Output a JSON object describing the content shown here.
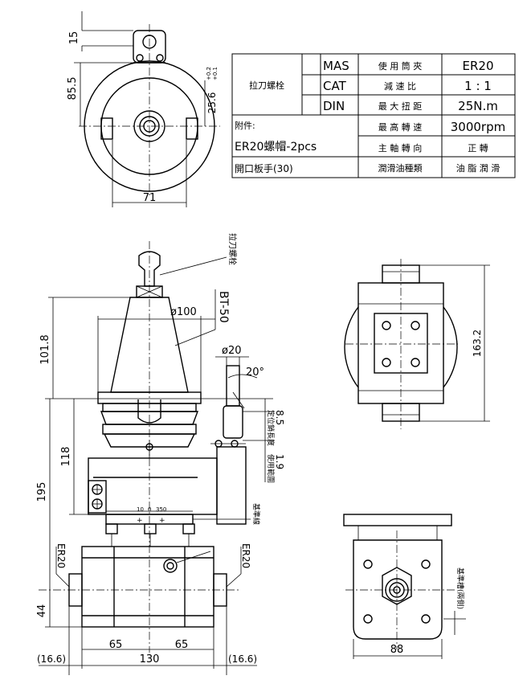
{
  "spec_table": {
    "group_label": "拉刀螺栓",
    "standards": [
      "MAS",
      "CAT",
      "DIN"
    ],
    "specs": [
      {
        "label": "使 用 筒 夾",
        "value": "ER20"
      },
      {
        "label": "減   速   比",
        "value": "1 : 1"
      },
      {
        "label": "最 大 扭 距",
        "value": "25N.m"
      },
      {
        "label": "最 高 轉 速",
        "value": "3000rpm"
      },
      {
        "label": "主 軸 轉 向",
        "value": "正  轉"
      },
      {
        "label": "潤滑油種類",
        "value": "油 脂 潤 滑"
      }
    ],
    "accessories_title": "附件:",
    "accessories": [
      "ER20螺帽-2pcs",
      "開口板手(30)"
    ]
  },
  "top_view": {
    "dim_top": "15",
    "dim_left": "85.5",
    "dim_right_main": "25.6",
    "dim_right_tol_upper": "+0.2",
    "dim_right_tol_lower": "+0.1",
    "dim_bottom": "71"
  },
  "front_view": {
    "pull_stud_label": "拉刀螺栓",
    "taper_label": "BT-50",
    "dim_flange_dia": "ø100",
    "dim_stop_dia": "ø20",
    "dim_angle": "20°",
    "dim_101": "101.8",
    "dim_118": "118",
    "dim_195": "195",
    "dim_44": "44",
    "stop_dim_a": "8.5",
    "stop_label_a": "定位銷長度",
    "stop_dim_b": "1.9",
    "stop_label_b": "使用範圍",
    "reference_label": "基準線",
    "scale_labels": [
      "10",
      "0",
      "350"
    ],
    "collet_left": "ER20",
    "collet_right": "ER20",
    "dim_half_left": "65",
    "dim_half_right": "65",
    "dim_total": "130",
    "dim_ext_left": "(16.6)",
    "dim_ext_right": "(16.6)"
  },
  "side_view": {
    "dim_height": "163.2"
  },
  "end_view": {
    "dim_width": "88",
    "side_label": "基準槽(兩側)"
  }
}
